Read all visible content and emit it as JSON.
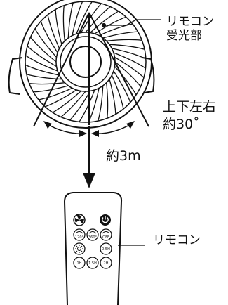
{
  "labels": {
    "receiver_line1": "リモコン",
    "receiver_line2": "受光部",
    "angle_range": "上下左右",
    "angle_value": "約30˚",
    "distance": "約3m",
    "remote": "リモコン"
  },
  "remote_buttons": {
    "row2": [
      "120°",
      "360°",
      "OFF"
    ],
    "row3_right": "0.5H",
    "row4": [
      "1H",
      "1.5H",
      "2H"
    ]
  },
  "icons": [
    "fan-icon",
    "power-icon",
    "swing-icon",
    "timer-off-icon",
    "light-icon"
  ],
  "colors": {
    "line": "#111111",
    "background": "#ffffff"
  }
}
